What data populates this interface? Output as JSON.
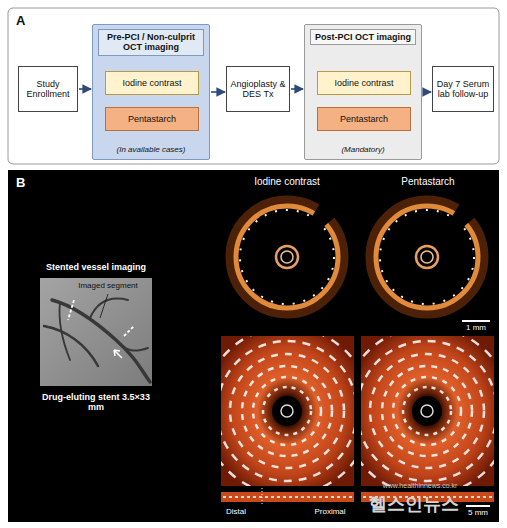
{
  "diagram": {
    "nodes": [
      {
        "text": [
          "A"
        ]
      },
      {
        "text": [
          "Study Enrollment"
        ],
        "in": 0
      },
      {
        "text": [
          "Pre-PCI / Non-culprit OCT imaging",
          "(In available cases)"
        ],
        "in": 0
      },
      {
        "text": [
          "Iodine contrast"
        ],
        "in": 2
      },
      {
        "text": [
          "Pentastarch"
        ],
        "in": 2
      },
      {
        "text": [
          "Angioplasty & DES Tx"
        ],
        "in": 0
      },
      {
        "text": [
          "Post-PCI OCT imaging",
          "(Mandatory)"
        ],
        "in": 0
      },
      {
        "text": [
          "Iodine contrast"
        ],
        "in": 6
      },
      {
        "text": [
          "Pentastarch"
        ],
        "in": 6
      },
      {
        "text": [
          "Day 7 Serum lab follow-up"
        ],
        "in": 0
      },
      {
        "text": [
          "B"
        ]
      }
    ],
    "edges": [
      {
        "from": 1,
        "to": 2,
        "arrow": "to"
      },
      {
        "from": 2,
        "to": 5,
        "arrow": "to"
      },
      {
        "from": 5,
        "to": 6,
        "arrow": "to"
      },
      {
        "from": 6,
        "to": 9,
        "arrow": "to"
      }
    ],
    "labels": [
      "Iodine contrast",
      "Pentastarch",
      "Stented vessel imaging",
      "Imaged segment",
      "Drug-eluting stent 3.5×33 mm",
      "1 mm",
      "Distal",
      "Proximal",
      "5 mm",
      "www.healthinnews.co.kr",
      "헬스인뉴스"
    ]
  }
}
